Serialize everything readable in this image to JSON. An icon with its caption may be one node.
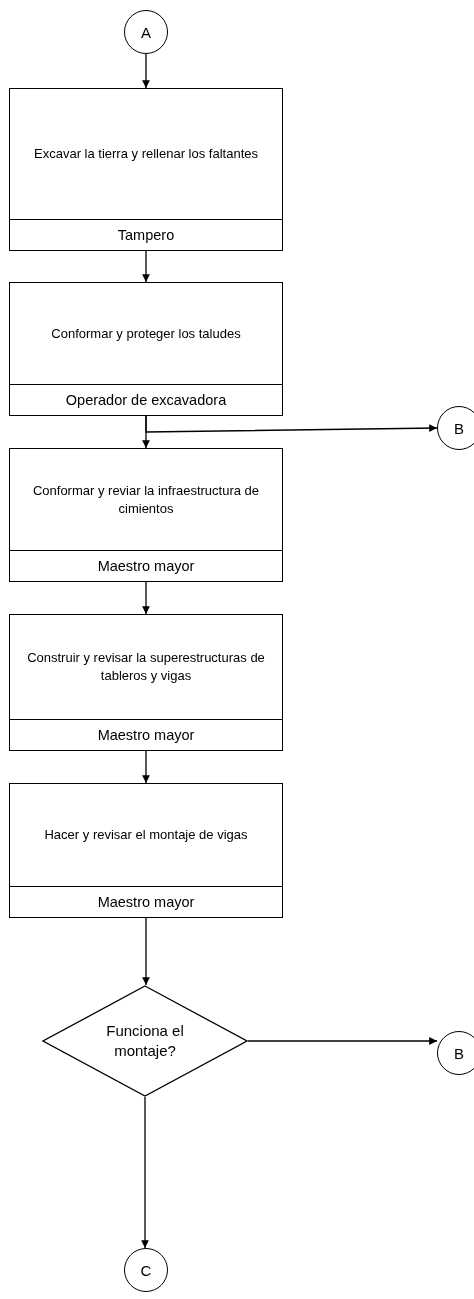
{
  "diagram": {
    "nodes": [
      {
        "text": [
          "A"
        ]
      },
      {
        "text": [
          "Excavar la tierra y rellenar los faltantes",
          "Tampero"
        ]
      },
      {
        "text": [
          "Conformar y proteger los taludes",
          "Operador de excavadora"
        ]
      },
      {
        "text": [
          "Conformar y reviar la infraestructura de cimientos",
          "Maestro mayor"
        ]
      },
      {
        "text": [
          "Construir y revisar la superestructuras de tableros y vigas",
          "Maestro mayor"
        ]
      },
      {
        "text": [
          "Hacer y revisar el montaje de vigas",
          "Maestro mayor"
        ]
      },
      {
        "text": [
          "B"
        ]
      },
      {
        "text": [
          "Funciona el montaje?"
        ]
      },
      {
        "text": [
          "B"
        ]
      },
      {
        "text": [
          "C"
        ]
      }
    ],
    "edges": [
      {
        "from": 0,
        "to": 1,
        "arrow": "to"
      },
      {
        "from": 1,
        "to": 2,
        "arrow": "to"
      },
      {
        "from": 2,
        "to": 3,
        "arrow": "to"
      },
      {
        "from": 2,
        "to": 6,
        "arrow": "to"
      },
      {
        "from": 3,
        "to": 4,
        "arrow": "to"
      },
      {
        "from": 4,
        "to": 5,
        "arrow": "to"
      },
      {
        "from": 5,
        "to": 7,
        "arrow": "to"
      },
      {
        "from": 7,
        "to": 8,
        "arrow": "to"
      },
      {
        "from": 7,
        "to": 9,
        "arrow": "to"
      }
    ]
  }
}
